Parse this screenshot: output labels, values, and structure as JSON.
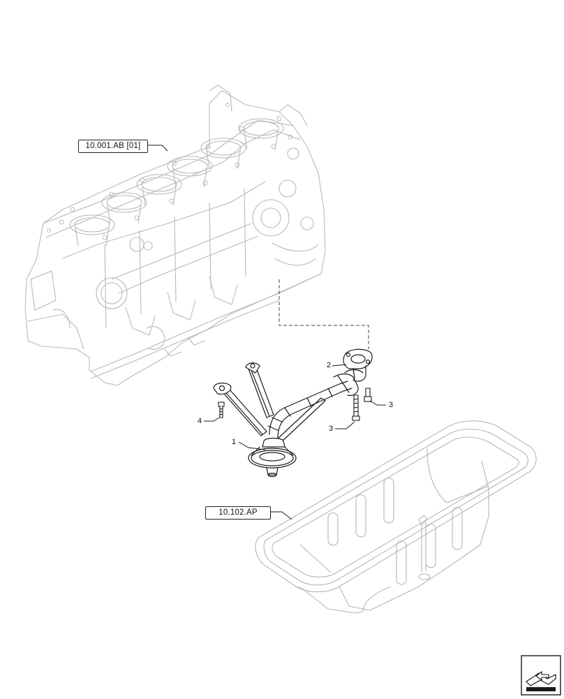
{
  "references": {
    "engine_block": "10.001.AB [01]",
    "oil_pan": "10.102.AP"
  },
  "callouts": {
    "one": "1",
    "two": "2",
    "three_a": "3",
    "three_b": "3",
    "four": "4"
  },
  "icons": {
    "navigation": "page-navigation-icon"
  }
}
